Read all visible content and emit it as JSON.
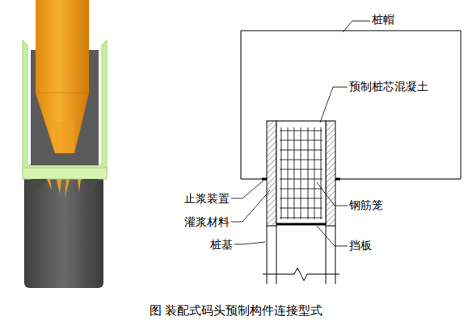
{
  "diagram": {
    "caption": "图 装配式码头预制构件连接型式",
    "labels": [
      "桩帽",
      "预制桩芯混凝土",
      "止浆装置",
      "钢筋笼",
      "灌浆材料",
      "桩基",
      "挡板"
    ]
  }
}
